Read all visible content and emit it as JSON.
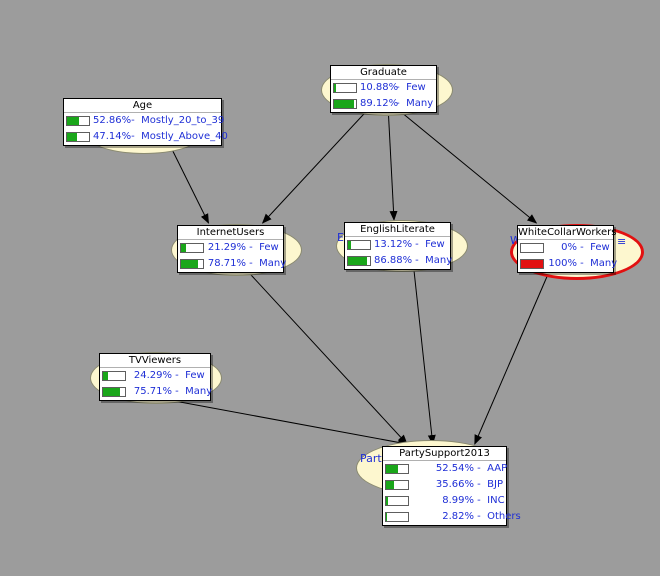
{
  "colors": {
    "background": "#9c9c9c",
    "bar_fill": "#1aa61a",
    "evidence_fill": "#e21010",
    "text": "#1f2fd6",
    "node_oval": "#fdf7cf"
  },
  "nodes": {
    "graduate": {
      "title": "Graduate",
      "states": [
        {
          "pct": "10.88%",
          "label": "Few",
          "value": 0.1088
        },
        {
          "pct": "89.12%",
          "label": "Many",
          "value": 0.8912
        }
      ]
    },
    "age": {
      "title": "Age",
      "states": [
        {
          "pct": "52.86%",
          "label": "Mostly_20_to_39",
          "value": 0.5286
        },
        {
          "pct": "47.14%",
          "label": "Mostly_Above_40",
          "value": 0.4714
        }
      ]
    },
    "internet_users": {
      "title": "InternetUsers",
      "states": [
        {
          "pct": "21.29%",
          "label": "Few",
          "value": 0.2129
        },
        {
          "pct": "78.71%",
          "label": "Many",
          "value": 0.7871
        }
      ]
    },
    "english_literate": {
      "title": "EnglishLiterate",
      "states": [
        {
          "pct": "13.12%",
          "label": "Few",
          "value": 0.1312
        },
        {
          "pct": "86.88%",
          "label": "Many",
          "value": 0.8688
        }
      ]
    },
    "white_collar_workers": {
      "title": "WhiteCollarWorkers",
      "selected": true,
      "states": [
        {
          "pct": "0%",
          "label": "Few",
          "value": 0
        },
        {
          "pct": "100%",
          "label": "Many",
          "value": 1.0,
          "evidence": true
        }
      ]
    },
    "tv_viewers": {
      "title": "TVViewers",
      "states": [
        {
          "pct": "24.29%",
          "label": "Few",
          "value": 0.2429
        },
        {
          "pct": "75.71%",
          "label": "Many",
          "value": 0.7571
        }
      ]
    },
    "party_support": {
      "title": "PartySupport2013",
      "states": [
        {
          "pct": "52.54%",
          "label": "AAP",
          "value": 0.5254
        },
        {
          "pct": "35.66%",
          "label": "BJP",
          "value": 0.3566
        },
        {
          "pct": "8.99%",
          "label": "INC",
          "value": 0.0899
        },
        {
          "pct": "2.82%",
          "label": "Others",
          "value": 0.0282
        }
      ]
    }
  },
  "edges": [
    [
      "graduate",
      "internet_users"
    ],
    [
      "graduate",
      "english_literate"
    ],
    [
      "graduate",
      "white_collar_workers"
    ],
    [
      "age",
      "internet_users"
    ],
    [
      "internet_users",
      "party_support"
    ],
    [
      "english_literate",
      "party_support"
    ],
    [
      "white_collar_workers",
      "party_support"
    ],
    [
      "tv_viewers",
      "party_support"
    ]
  ]
}
